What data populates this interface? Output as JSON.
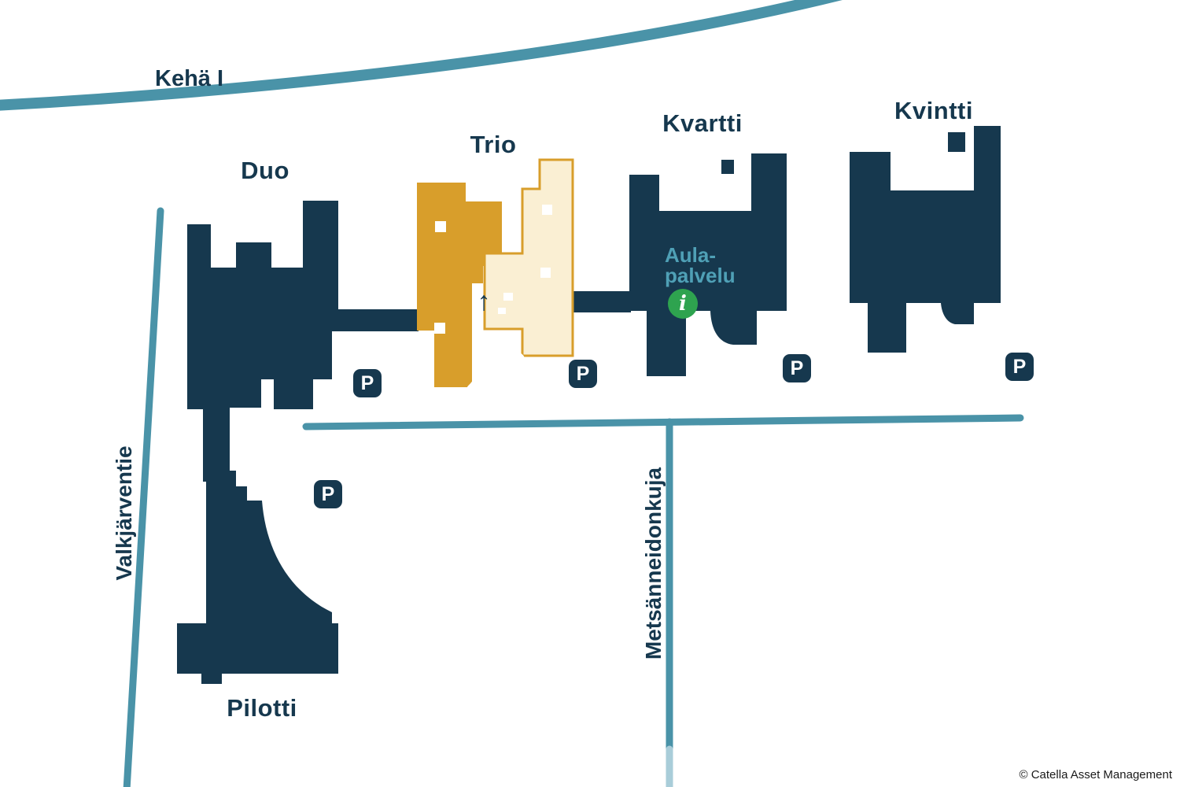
{
  "roads": [
    {
      "id": "keha-1",
      "label": "Kehä I"
    },
    {
      "id": "valkjarventie",
      "label": "Valkjärventie"
    },
    {
      "id": "metsanneidonkuja",
      "label": "Metsänneidonkuja"
    },
    {
      "id": "internal-access-road",
      "label": ""
    }
  ],
  "buildings": [
    {
      "id": "duo",
      "label": "Duo",
      "highlighted": false
    },
    {
      "id": "trio",
      "label": "Trio",
      "highlighted": true
    },
    {
      "id": "kvartti",
      "label": "Kvartti",
      "highlighted": false
    },
    {
      "id": "kvintti",
      "label": "Kvintti",
      "highlighted": false
    },
    {
      "id": "pilotti",
      "label": "Pilotti",
      "highlighted": false
    }
  ],
  "markers": {
    "parking_label": "P",
    "parking_count": 5,
    "info": {
      "lines": [
        "Aula-",
        "palvelu"
      ],
      "icon_glyph": "i"
    },
    "entrance_arrow": "↑"
  },
  "colors": {
    "building": "#16384E",
    "trio_highlight": "#D89E2B",
    "trio_highlight_light": "#FAEFD3",
    "road": "#4A93A8",
    "road_light": "#A9CDD9",
    "info_green": "#2EA34F",
    "label_text": "#16384E",
    "aula_label": "#4FA0B6",
    "background": "#FFFFFF"
  },
  "footer": {
    "copyright": "© Catella Asset Management"
  }
}
